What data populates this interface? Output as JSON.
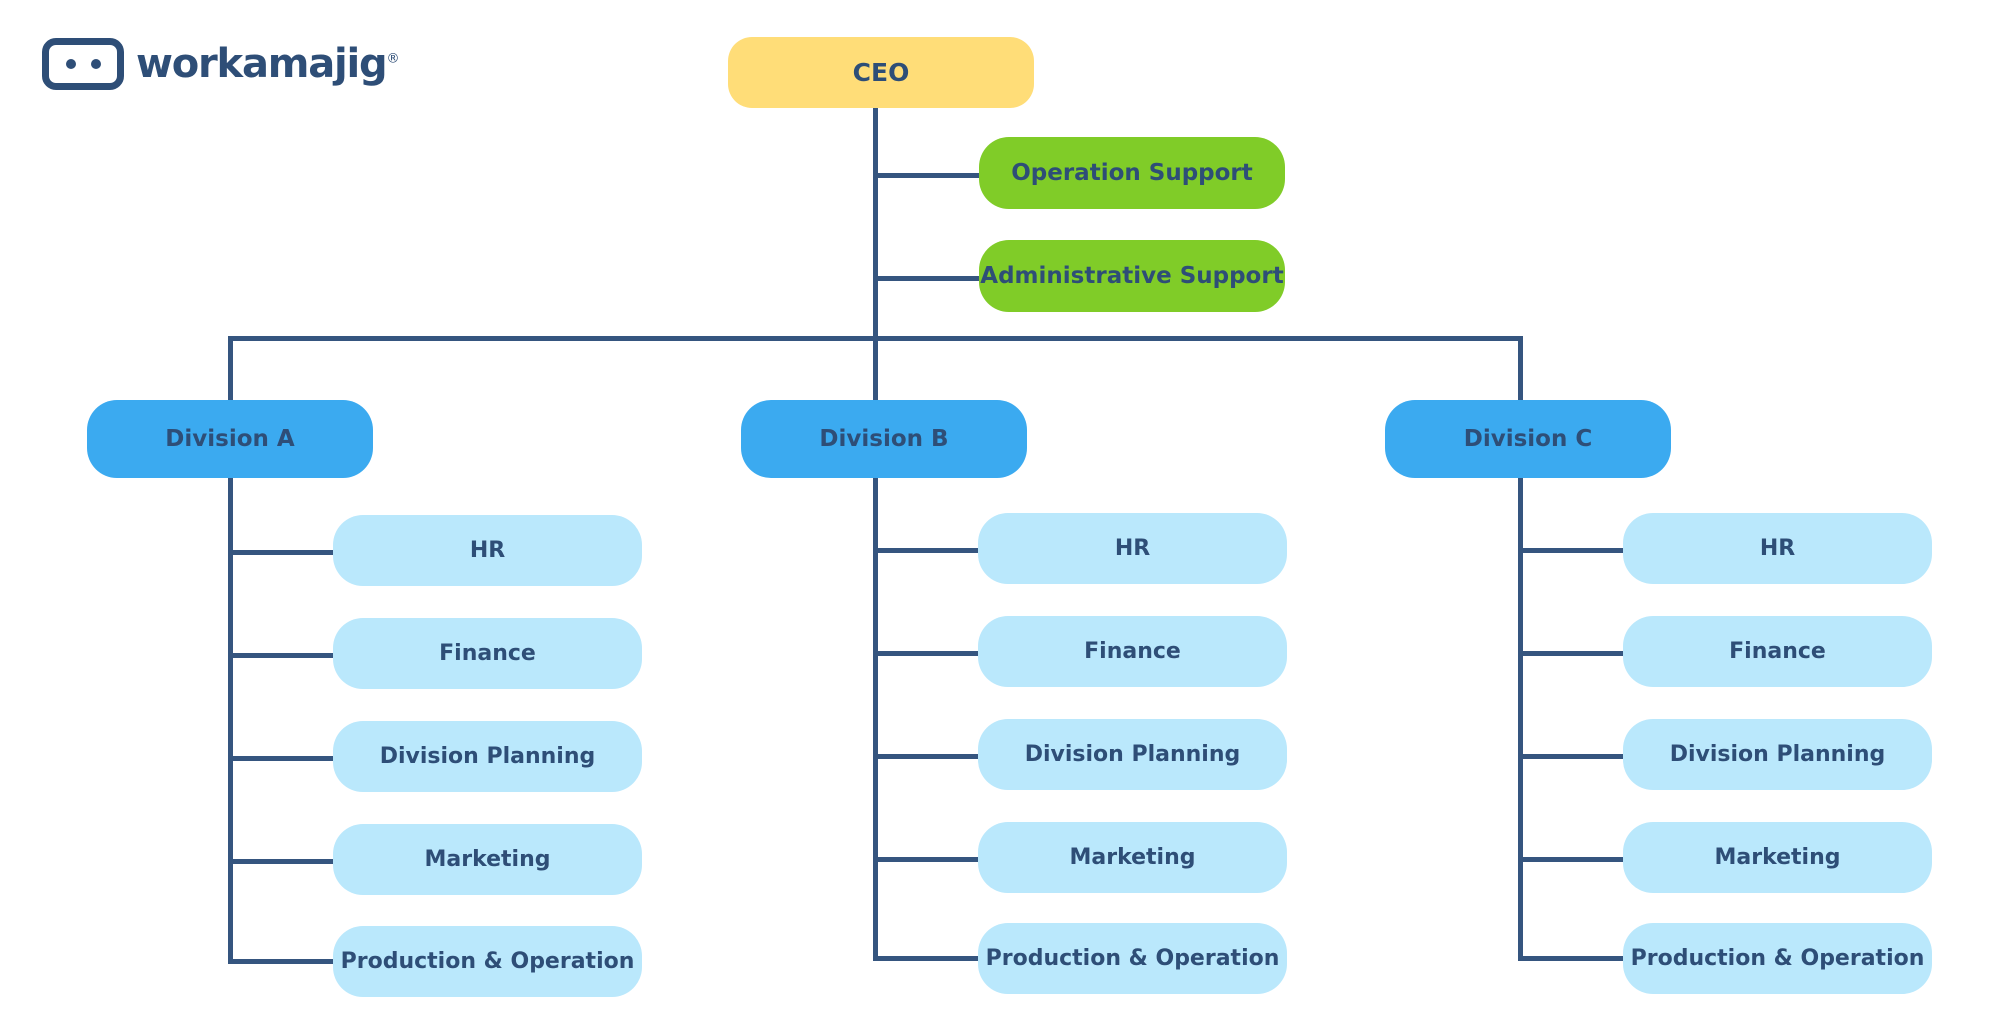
{
  "brand": {
    "name": "workamajig",
    "trademark": "®",
    "logo_icon": "robot-face-icon"
  },
  "chart_data": {
    "type": "diagram",
    "diagram_kind": "organizational-chart",
    "title": "",
    "colors": {
      "ceo": "#FFDD78",
      "support": "#80CC28",
      "division": "#3BAAF0",
      "department": "#BAE8FC",
      "connector": "#35557F",
      "text": "#2E4E77",
      "background": "#FFFFFF"
    },
    "root": {
      "label": "CEO",
      "level": 0,
      "type": "ceo"
    },
    "staff_support": [
      {
        "label": "Operation Support",
        "level": 1,
        "type": "support"
      },
      {
        "label": "Administrative Support",
        "level": 1,
        "type": "support"
      }
    ],
    "divisions": [
      {
        "label": "Division A",
        "level": 1,
        "type": "division",
        "departments": [
          {
            "label": "HR",
            "level": 2,
            "type": "department"
          },
          {
            "label": "Finance",
            "level": 2,
            "type": "department"
          },
          {
            "label": "Division Planning",
            "level": 2,
            "type": "department"
          },
          {
            "label": "Marketing",
            "level": 2,
            "type": "department"
          },
          {
            "label": "Production & Operation",
            "level": 2,
            "type": "department"
          }
        ]
      },
      {
        "label": "Division B",
        "level": 1,
        "type": "division",
        "departments": [
          {
            "label": "HR",
            "level": 2,
            "type": "department"
          },
          {
            "label": "Finance",
            "level": 2,
            "type": "department"
          },
          {
            "label": "Division Planning",
            "level": 2,
            "type": "department"
          },
          {
            "label": "Marketing",
            "level": 2,
            "type": "department"
          },
          {
            "label": "Production & Operation",
            "level": 2,
            "type": "department"
          }
        ]
      },
      {
        "label": "Division C",
        "level": 1,
        "type": "division",
        "departments": [
          {
            "label": "HR",
            "level": 2,
            "type": "department"
          },
          {
            "label": "Finance",
            "level": 2,
            "type": "department"
          },
          {
            "label": "Division Planning",
            "level": 2,
            "type": "department"
          },
          {
            "label": "Marketing",
            "level": 2,
            "type": "department"
          },
          {
            "label": "Production & Operation",
            "level": 2,
            "type": "department"
          }
        ]
      }
    ]
  }
}
